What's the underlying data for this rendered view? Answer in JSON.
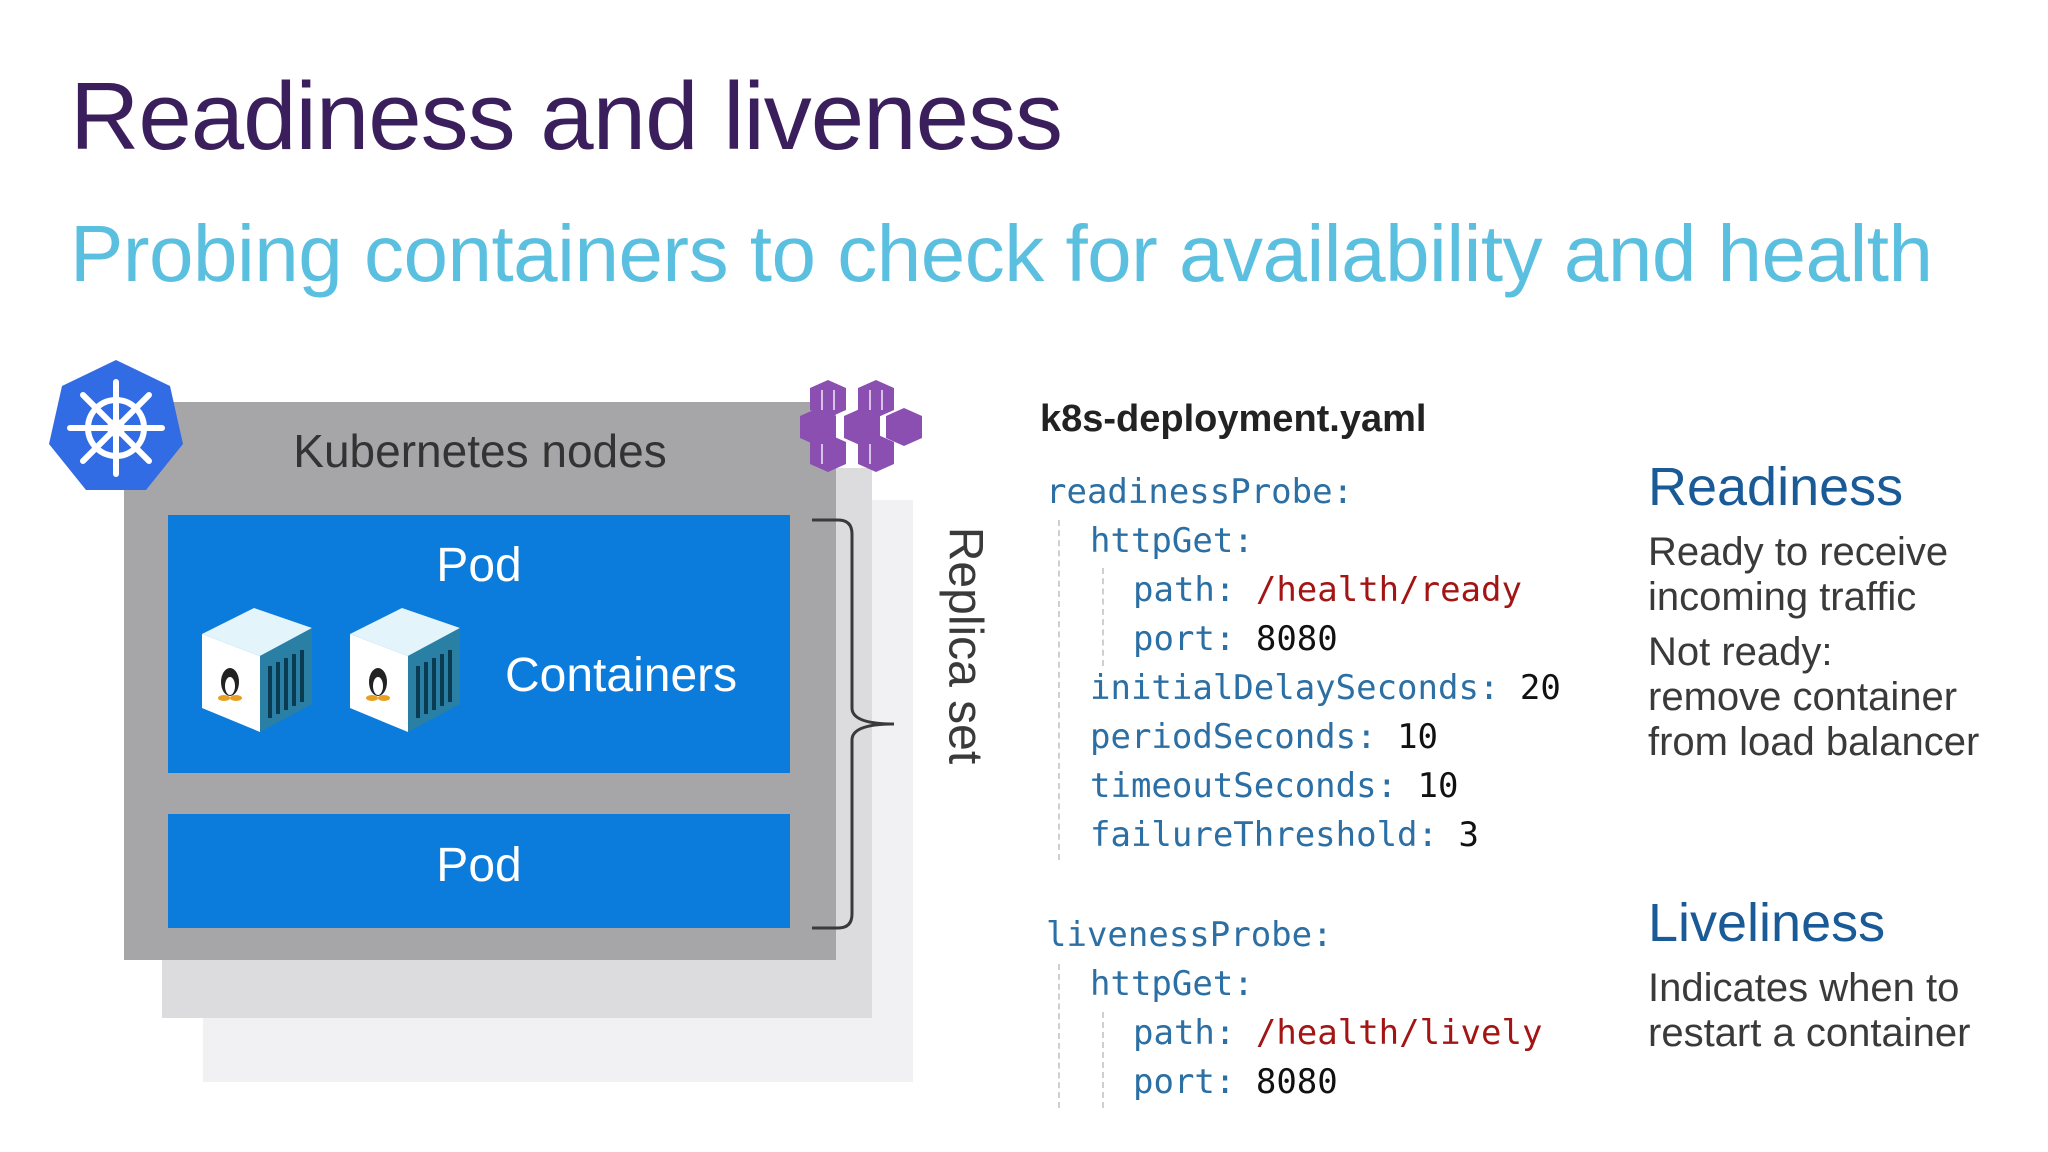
{
  "title": "Readiness and liveness",
  "subtitle": "Probing containers to check for availability and health",
  "diagram": {
    "nodes_label": "Kubernetes nodes",
    "pod_label": "Pod",
    "containers_label": "Containers",
    "replica_label": "Replica set",
    "icons": [
      "kubernetes-helm-icon",
      "container-cluster-icon",
      "linux-container-icon"
    ]
  },
  "code": {
    "filename": "k8s-deployment.yaml",
    "readiness": {
      "probe_key": "readinessProbe:",
      "http_get": "httpGet:",
      "path_key": "path:",
      "path_value": "/health/ready",
      "port_key": "port:",
      "port_value": "8080",
      "initial_delay_key": "initialDelaySeconds:",
      "initial_delay_value": "20",
      "period_key": "periodSeconds:",
      "period_value": "10",
      "timeout_key": "timeoutSeconds:",
      "timeout_value": "10",
      "failure_key": "failureThreshold:",
      "failure_value": "3"
    },
    "liveness": {
      "probe_key": "livenessProbe:",
      "http_get": "httpGet:",
      "path_key": "path:",
      "path_value": "/health/lively",
      "port_key": "port:",
      "port_value": "8080"
    }
  },
  "notes": {
    "readiness_heading": "Readiness",
    "readiness_line1": "Ready to receive",
    "readiness_line2": "incoming traffic",
    "not_ready_line1": "Not ready:",
    "not_ready_line2": "remove container",
    "not_ready_line3": "from load balancer",
    "liveliness_heading": "Liveliness",
    "liveliness_line1": "Indicates when to",
    "liveliness_line2": "restart a container"
  },
  "colors": {
    "title": "#3b1f5c",
    "subtitle": "#5bbfe0",
    "pod": "#0b7bdc",
    "node": "#a6a6a8",
    "kubernetes": "#326ce5",
    "cluster": "#8a4fb0",
    "yaml_key": "#2b6fa4",
    "yaml_string": "#a31515",
    "heading": "#1a5a96"
  }
}
